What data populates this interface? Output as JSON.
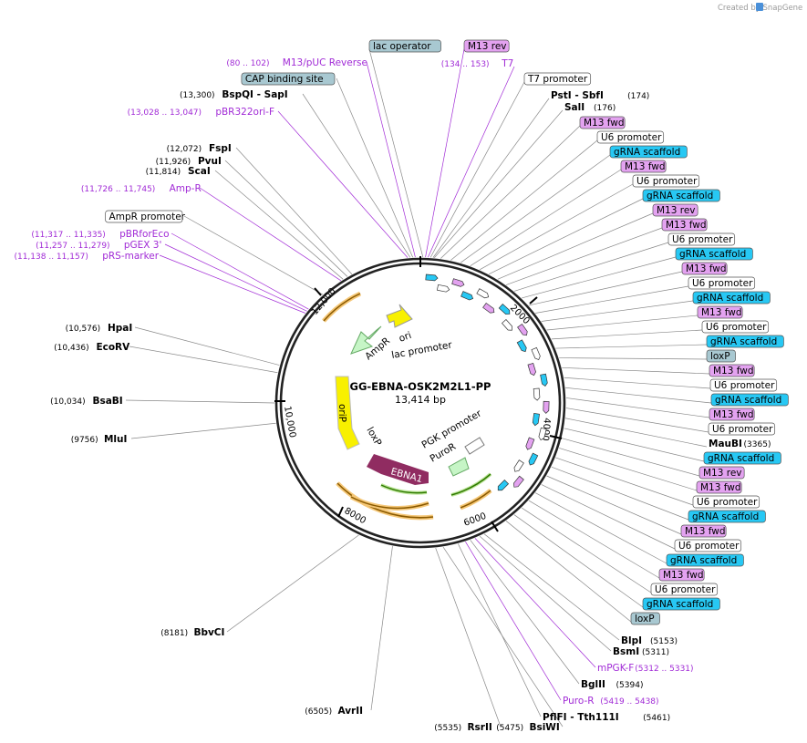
{
  "watermark": "Created by SnapGene",
  "plasmid": {
    "name": "GG-EBNA-OSK2M2L1-PP",
    "size": "13,414 bp"
  },
  "ticks": [
    "2000",
    "4000",
    "6000",
    "8000",
    "10,000",
    "12,000"
  ],
  "colors": {
    "boxed_gray": "#a8c8d1",
    "boxed_purple": "#e3a2f0",
    "boxed_cyan": "#27c8f4",
    "boxed_white": "#ffffff",
    "primer": "#a12bd6",
    "orip": "#f8f000",
    "ebna1": "#902c61",
    "ampr": "#c6f5c6",
    "ori": "#f8f000",
    "puror": "#c6f5c6"
  },
  "left_labels": [
    {
      "name": "M13/pUC Reverse",
      "pos": "(80 .. 102)",
      "kind": "primer"
    },
    {
      "name": "CAP binding site",
      "kind": "box",
      "color": "gray"
    },
    {
      "name": "BspQI  - SapI",
      "pos": "(13,300)",
      "kind": "enzyme"
    },
    {
      "name": "pBR322ori-F",
      "pos": "(13,028 .. 13,047)",
      "kind": "primer"
    },
    {
      "name": "FspI",
      "pos": "(12,072)",
      "kind": "enzyme"
    },
    {
      "name": "PvuI",
      "pos": "(11,926)",
      "kind": "enzyme"
    },
    {
      "name": "ScaI",
      "pos": "(11,814)",
      "kind": "enzyme"
    },
    {
      "name": "Amp-R",
      "pos": "(11,726 .. 11,745)",
      "kind": "primer"
    },
    {
      "name": "AmpR promoter",
      "kind": "box",
      "color": "white"
    },
    {
      "name": "pBRforEco",
      "pos": "(11,317 .. 11,335)",
      "kind": "primer"
    },
    {
      "name": "pGEX 3'",
      "pos": "(11,257 .. 11,279)",
      "kind": "primer"
    },
    {
      "name": "pRS-marker",
      "pos": "(11,138 .. 11,157)",
      "kind": "primer"
    },
    {
      "name": "HpaI",
      "pos": "(10,576)",
      "kind": "enzyme"
    },
    {
      "name": "EcoRV",
      "pos": "(10,436)",
      "kind": "enzyme"
    },
    {
      "name": "BsaBI",
      "pos": "(10,034)",
      "kind": "enzyme"
    },
    {
      "name": "MluI",
      "pos": "(9756)",
      "kind": "enzyme"
    },
    {
      "name": "BbvCI",
      "pos": "(8181)",
      "kind": "enzyme"
    },
    {
      "name": "AvrII",
      "pos": "(6505)",
      "kind": "enzyme"
    },
    {
      "name": "RsrII",
      "pos": "(5535)",
      "kind": "enzyme"
    },
    {
      "name": "BsiWI",
      "pos": "(5475)",
      "kind": "enzyme"
    }
  ],
  "top_labels": [
    {
      "name": "lac operator",
      "kind": "box",
      "color": "gray"
    },
    {
      "name": "M13 rev",
      "kind": "box",
      "color": "purple"
    },
    {
      "name": "T7",
      "pos": "(134 .. 153)",
      "kind": "primer"
    },
    {
      "name": "T7 promoter",
      "kind": "box",
      "color": "white"
    },
    {
      "name": "PstI  - SbfI",
      "pos": "(174)",
      "kind": "enzyme"
    },
    {
      "name": "SalI",
      "pos": "(176)",
      "kind": "enzyme"
    }
  ],
  "right_labels": [
    {
      "name": "M13 fwd",
      "color": "purple"
    },
    {
      "name": "U6 promoter",
      "color": "white"
    },
    {
      "name": "gRNA scaffold",
      "color": "cyan"
    },
    {
      "name": "M13 fwd",
      "color": "purple"
    },
    {
      "name": "U6 promoter",
      "color": "white"
    },
    {
      "name": "gRNA scaffold",
      "color": "cyan"
    },
    {
      "name": "M13 rev",
      "color": "purple"
    },
    {
      "name": "M13 fwd",
      "color": "purple"
    },
    {
      "name": "U6 promoter",
      "color": "white"
    },
    {
      "name": "gRNA scaffold",
      "color": "cyan"
    },
    {
      "name": "M13 fwd",
      "color": "purple"
    },
    {
      "name": "U6 promoter",
      "color": "white"
    },
    {
      "name": "gRNA scaffold",
      "color": "cyan"
    },
    {
      "name": "M13 fwd",
      "color": "purple"
    },
    {
      "name": "U6 promoter",
      "color": "white"
    },
    {
      "name": "gRNA scaffold",
      "color": "cyan"
    },
    {
      "name": "loxP",
      "color": "gray"
    },
    {
      "name": "M13 fwd",
      "color": "purple"
    },
    {
      "name": "U6 promoter",
      "color": "white"
    },
    {
      "name": "gRNA scaffold",
      "color": "cyan"
    },
    {
      "name": "M13 fwd",
      "color": "purple"
    },
    {
      "name": "U6 promoter",
      "color": "white"
    },
    {
      "name": "MauBI",
      "pos": "(3365)",
      "kind": "enzyme"
    },
    {
      "name": "gRNA scaffold",
      "color": "cyan"
    },
    {
      "name": "M13 rev",
      "color": "purple"
    },
    {
      "name": "M13 fwd",
      "color": "purple"
    },
    {
      "name": "U6 promoter",
      "color": "white"
    },
    {
      "name": "gRNA scaffold",
      "color": "cyan"
    },
    {
      "name": "M13 fwd",
      "color": "purple"
    },
    {
      "name": "U6 promoter",
      "color": "white"
    },
    {
      "name": "gRNA scaffold",
      "color": "cyan"
    },
    {
      "name": "M13 fwd",
      "color": "purple"
    },
    {
      "name": "U6 promoter",
      "color": "white"
    },
    {
      "name": "gRNA scaffold",
      "color": "cyan"
    },
    {
      "name": "loxP",
      "color": "gray"
    }
  ],
  "bottom_right_labels": [
    {
      "name": "BlpI",
      "pos": "(5153)",
      "kind": "enzyme"
    },
    {
      "name": "BsmI",
      "pos": "(5311)",
      "kind": "enzyme"
    },
    {
      "name": "mPGK-F",
      "pos": "(5312 .. 5331)",
      "kind": "primer"
    },
    {
      "name": "BglII",
      "pos": "(5394)",
      "kind": "enzyme"
    },
    {
      "name": "Puro-R",
      "pos": "(5419 .. 5438)",
      "kind": "primer"
    },
    {
      "name": "PflFI  - Tth111I",
      "pos": "(5461)",
      "kind": "enzyme"
    },
    {
      "name": "BsiWI",
      "pos": "(5475)",
      "kind": "enzyme"
    }
  ],
  "features": {
    "ampr": "AmpR",
    "ori": "ori",
    "lac_promoter": "lac promoter",
    "orip": "oriP",
    "loxp": "loxP",
    "ebna1": "EBNA1",
    "pgk_promoter": "PGK promoter",
    "puror": "PuroR"
  }
}
